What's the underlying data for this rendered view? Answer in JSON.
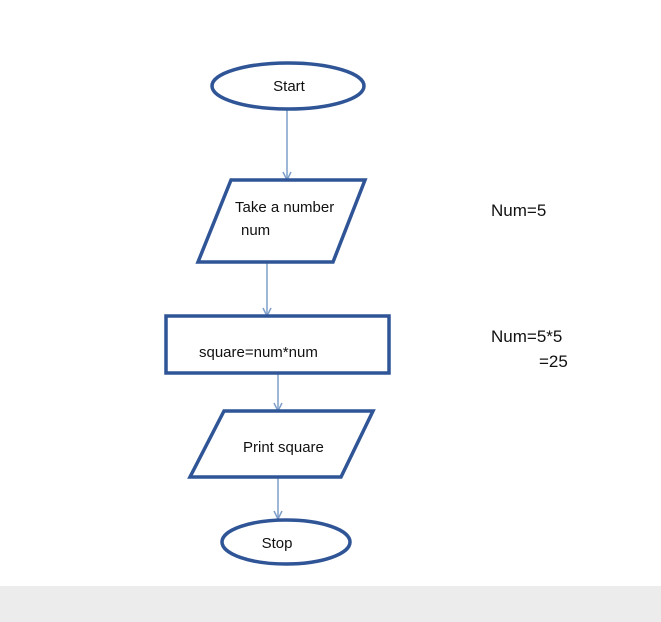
{
  "flowchart": {
    "start": "Start",
    "input_line1": "Take a number",
    "input_line2": "num",
    "process": "square=num*num",
    "output": "Print square",
    "stop": "Stop"
  },
  "notes": {
    "num_value": "Num=5",
    "calc_line1": "Num=5*5",
    "calc_line2": "=25"
  },
  "colors": {
    "shape_border": "#2f5597",
    "arrow": "#7f9fc9"
  }
}
